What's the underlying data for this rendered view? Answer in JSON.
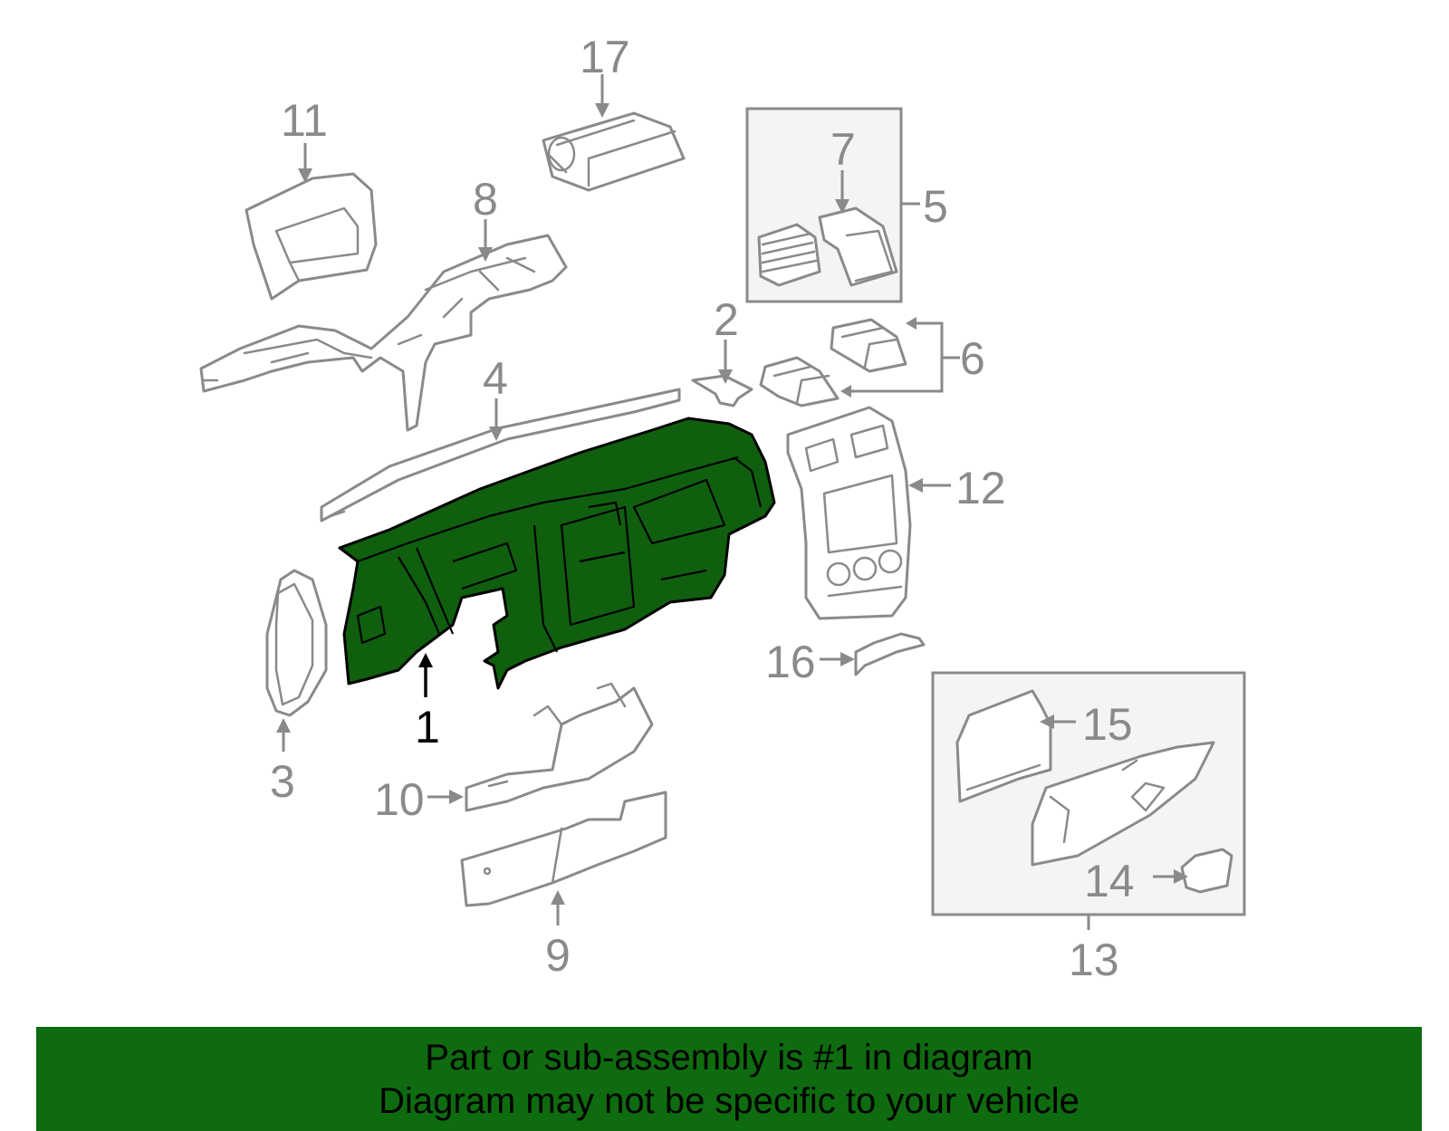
{
  "callouts": {
    "c1": "1",
    "c2": "2",
    "c3": "3",
    "c4": "4",
    "c5": "5",
    "c6": "6",
    "c7": "7",
    "c8": "8",
    "c9": "9",
    "c10": "10",
    "c11": "11",
    "c12": "12",
    "c13": "13",
    "c14": "14",
    "c15": "15",
    "c16": "16",
    "c17": "17"
  },
  "banner": {
    "line1": "Part or sub-assembly is #1 in diagram",
    "line2": "Diagram may not be specific to your vehicle",
    "background_color": "#0f6b0f"
  },
  "highlight_color": "#0f5f0f"
}
